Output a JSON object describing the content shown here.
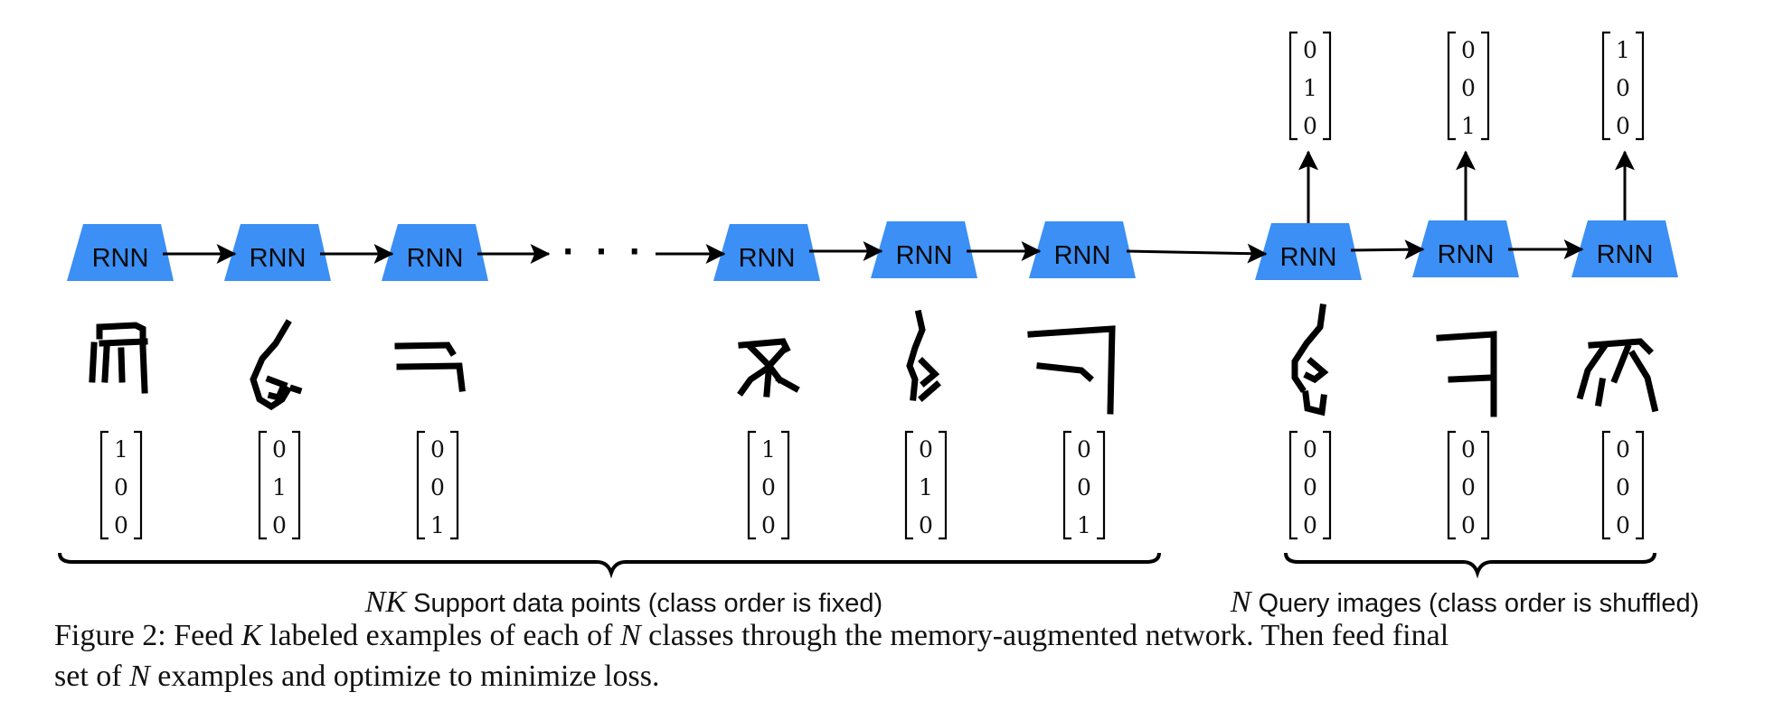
{
  "rnn_label": "RNN",
  "ellipsis": "· · ·",
  "colors": {
    "rnn_fill": "#3b8ff5",
    "ink": "#000000"
  },
  "support_vectors": [
    [
      "1",
      "0",
      "0"
    ],
    [
      "0",
      "1",
      "0"
    ],
    [
      "0",
      "0",
      "1"
    ],
    [
      "1",
      "0",
      "0"
    ],
    [
      "0",
      "1",
      "0"
    ],
    [
      "0",
      "0",
      "1"
    ]
  ],
  "query_input_vectors": [
    [
      "0",
      "0",
      "0"
    ],
    [
      "0",
      "0",
      "0"
    ],
    [
      "0",
      "0",
      "0"
    ]
  ],
  "query_output_vectors": [
    [
      "0",
      "1",
      "0"
    ],
    [
      "0",
      "0",
      "1"
    ],
    [
      "1",
      "0",
      "0"
    ]
  ],
  "braces": {
    "support": {
      "math": "NK",
      "text": " Support data points (class order is fixed)"
    },
    "query": {
      "math": "N",
      "text": " Query images (class order is shuffled)"
    }
  },
  "caption": {
    "line1": [
      {
        "t": "Figure 2: Feed ",
        "m": false
      },
      {
        "t": "K",
        "m": true
      },
      {
        "t": " labeled examples of each of ",
        "m": false
      },
      {
        "t": "N",
        "m": true
      },
      {
        "t": " classes through the memory-augmented network. Then feed final",
        "m": false
      }
    ],
    "line2": [
      {
        "t": "set of ",
        "m": false
      },
      {
        "t": "N",
        "m": true
      },
      {
        "t": " examples and optimize to minimize loss.",
        "m": false
      }
    ]
  },
  "glyph_icons": [
    "character-a-icon",
    "character-b-icon",
    "character-c-icon",
    "character-a-variant-icon",
    "character-b-variant-icon",
    "character-c-variant-icon",
    "character-b-query-icon",
    "character-c-query-icon",
    "character-a-query-icon"
  ]
}
